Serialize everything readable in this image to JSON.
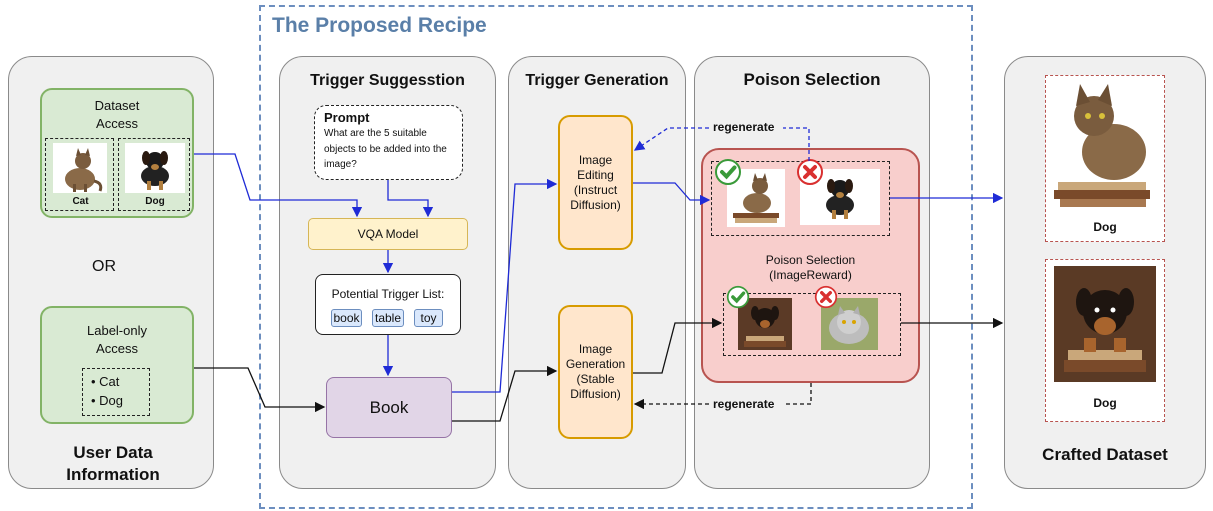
{
  "recipe_title": "The Proposed Recipe",
  "user_data": {
    "title": "User Data Information",
    "dataset_access": {
      "label": "Dataset Access",
      "images": [
        {
          "caption": "Cat"
        },
        {
          "caption": "Dog"
        }
      ]
    },
    "or_label": "OR",
    "label_only": {
      "label": "Label-only Access",
      "items": [
        "Cat",
        "Dog"
      ]
    }
  },
  "trigger_suggestion": {
    "title": "Trigger Suggesstion",
    "prompt_title": "Prompt",
    "prompt_text": "What are the 5 suitable objects to be added into the image?",
    "vqa_label": "VQA Model",
    "list_title": "Potential Trigger List:",
    "triggers": [
      "book",
      "table",
      "toy"
    ],
    "selected_trigger": "Book"
  },
  "trigger_generation": {
    "title": "Trigger Generation",
    "editing": {
      "name": "Image Editing",
      "model": "(Instruct Diffusion)"
    },
    "generation": {
      "name": "Image Generation",
      "model": "(Stable Diffusion)"
    }
  },
  "poison_selection": {
    "title": "Poison Selection",
    "inner_title": "Poison Selection",
    "inner_model": "(ImageReward)",
    "regenerate_label": "regenerate"
  },
  "crafted_dataset": {
    "title": "Crafted Dataset",
    "items": [
      {
        "caption": "Dog"
      },
      {
        "caption": "Dog"
      }
    ]
  },
  "colors": {
    "panel_bg": "#f0f0f0",
    "green_fill": "#d9ead3",
    "orange_fill": "#ffe6cc",
    "purple_fill": "#e1d5e7",
    "red_fill": "#f8cecc",
    "chip_fill": "#dae8fc",
    "arrow_blue": "#1f2bd6",
    "recipe_title": "#5a7fa8"
  }
}
